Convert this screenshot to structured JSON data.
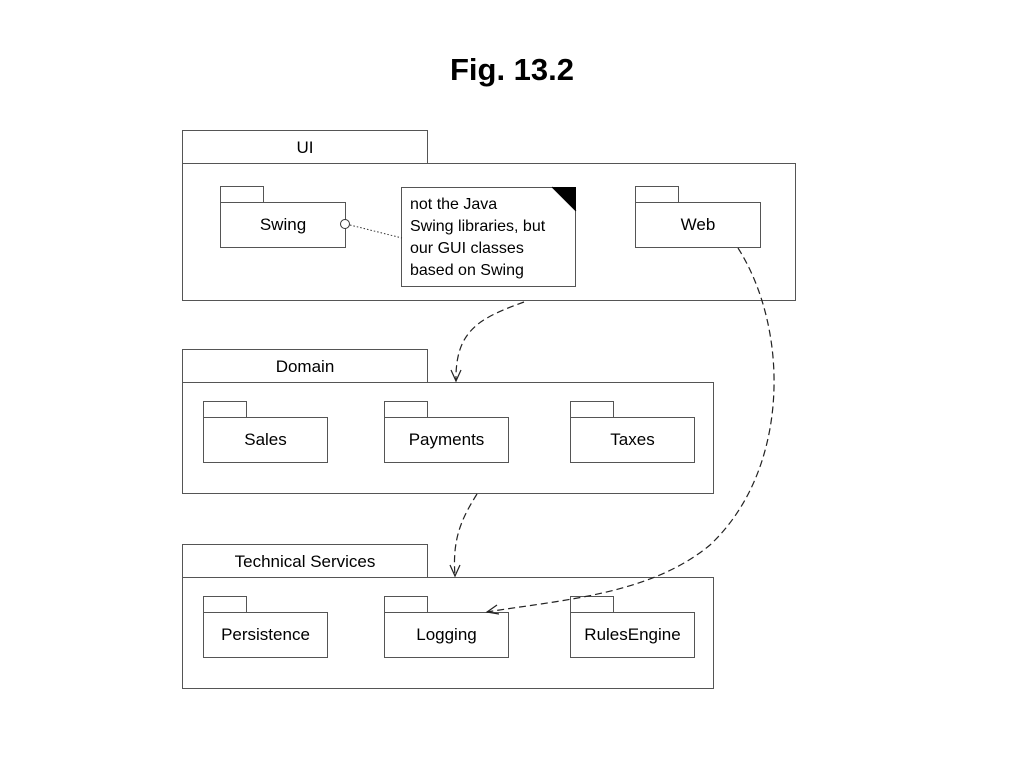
{
  "title": "Fig. 13.2",
  "layers": [
    {
      "label": "UI",
      "packages": [
        "Swing",
        "Web"
      ]
    },
    {
      "label": "Domain",
      "packages": [
        "Sales",
        "Payments",
        "Taxes"
      ]
    },
    {
      "label": "Technical Services",
      "packages": [
        "Persistence",
        "Logging",
        "RulesEngine"
      ]
    }
  ],
  "note": {
    "lines": [
      "not the Java",
      "Swing libraries, but",
      "our GUI classes",
      "based on Swing"
    ]
  }
}
